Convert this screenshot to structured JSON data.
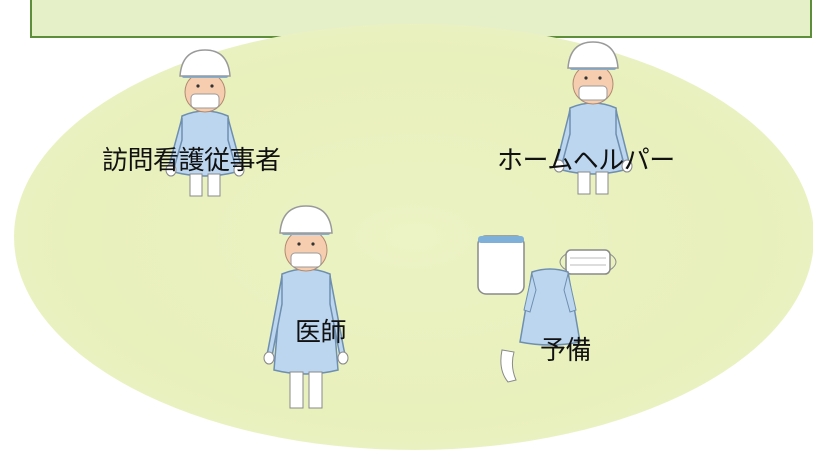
{
  "figures": {
    "nurse": {
      "label": "訪問看護従事者",
      "icon": "ppe-worker-icon"
    },
    "helper": {
      "label": "ホームヘルパー",
      "icon": "ppe-worker-icon"
    },
    "doctor": {
      "label": "医師",
      "icon": "ppe-worker-icon"
    },
    "spare": {
      "label": "予備",
      "icon": "ppe-kit-icon"
    }
  },
  "colors": {
    "oval_fill": "#e8f0bc",
    "header_fill": "#e6f0c8",
    "header_border": "#5d8f3a",
    "gown": "#bcd6ef",
    "gown_outline": "#6e8fb0",
    "cap": "#ffffff",
    "face": "#f7cdb0",
    "visor_band": "#7fb0d8"
  }
}
